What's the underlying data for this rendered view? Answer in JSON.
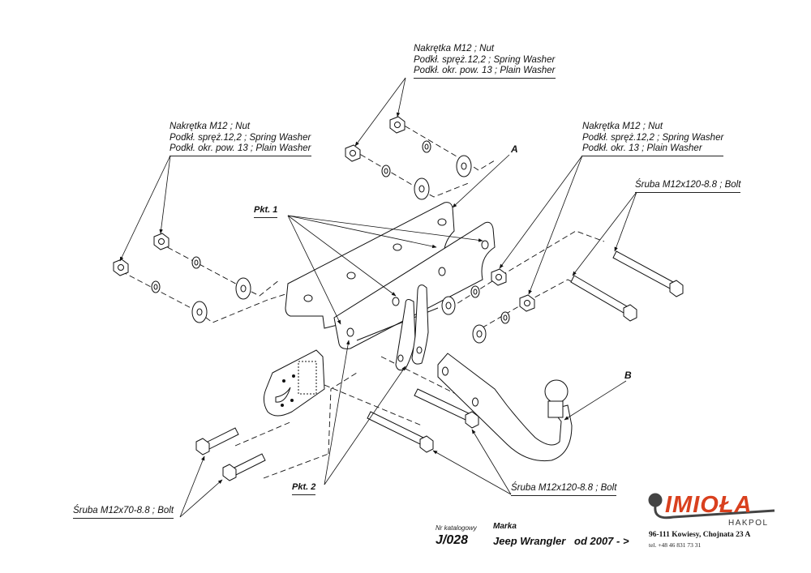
{
  "callouts": {
    "top_center": {
      "line1": "Nakrętka  M12 ; Nut",
      "line2": "Podkł. spręż.12,2 ; Spring Washer",
      "line3": "Podkł. okr. pow. 13 ; Plain Washer"
    },
    "top_left": {
      "line1": "Nakrętka  M12 ; Nut",
      "line2": "Podkł. spręż.12,2 ; Spring Washer",
      "line3": "Podkł. okr. pow. 13 ; Plain Washer"
    },
    "top_right": {
      "line1": "Nakrętka  M12 ; Nut",
      "line2": "Podkł. spręż.12,2 ; Spring Washer",
      "line3": "Podkł. okr. 13 ; Plain Washer"
    },
    "bolt_right": "Śruba M12x120-8.8 ;  Bolt",
    "bolt_bottom_center": "Śruba M12x120-8.8 ;  Bolt",
    "bolt_left": "Śruba M12x70-8.8 ;  Bolt"
  },
  "markers": {
    "a": "A",
    "b": "B",
    "pkt1": "Pkt. 1",
    "pkt2": "Pkt. 2"
  },
  "title_block": {
    "catalog_label": "Nr katalogowy",
    "catalog_number": "J/028",
    "brand_label": "Marka",
    "brand": "Jeep Wrangler",
    "year": "od  2007 - >"
  },
  "company": {
    "name": "IMIOŁA",
    "sub": "HAKPOL",
    "address": "96-111 Kowiesy, Chojnata 23 A",
    "phone": "tel. +48 46 831 73 31",
    "brand_color": "#d9401e"
  }
}
